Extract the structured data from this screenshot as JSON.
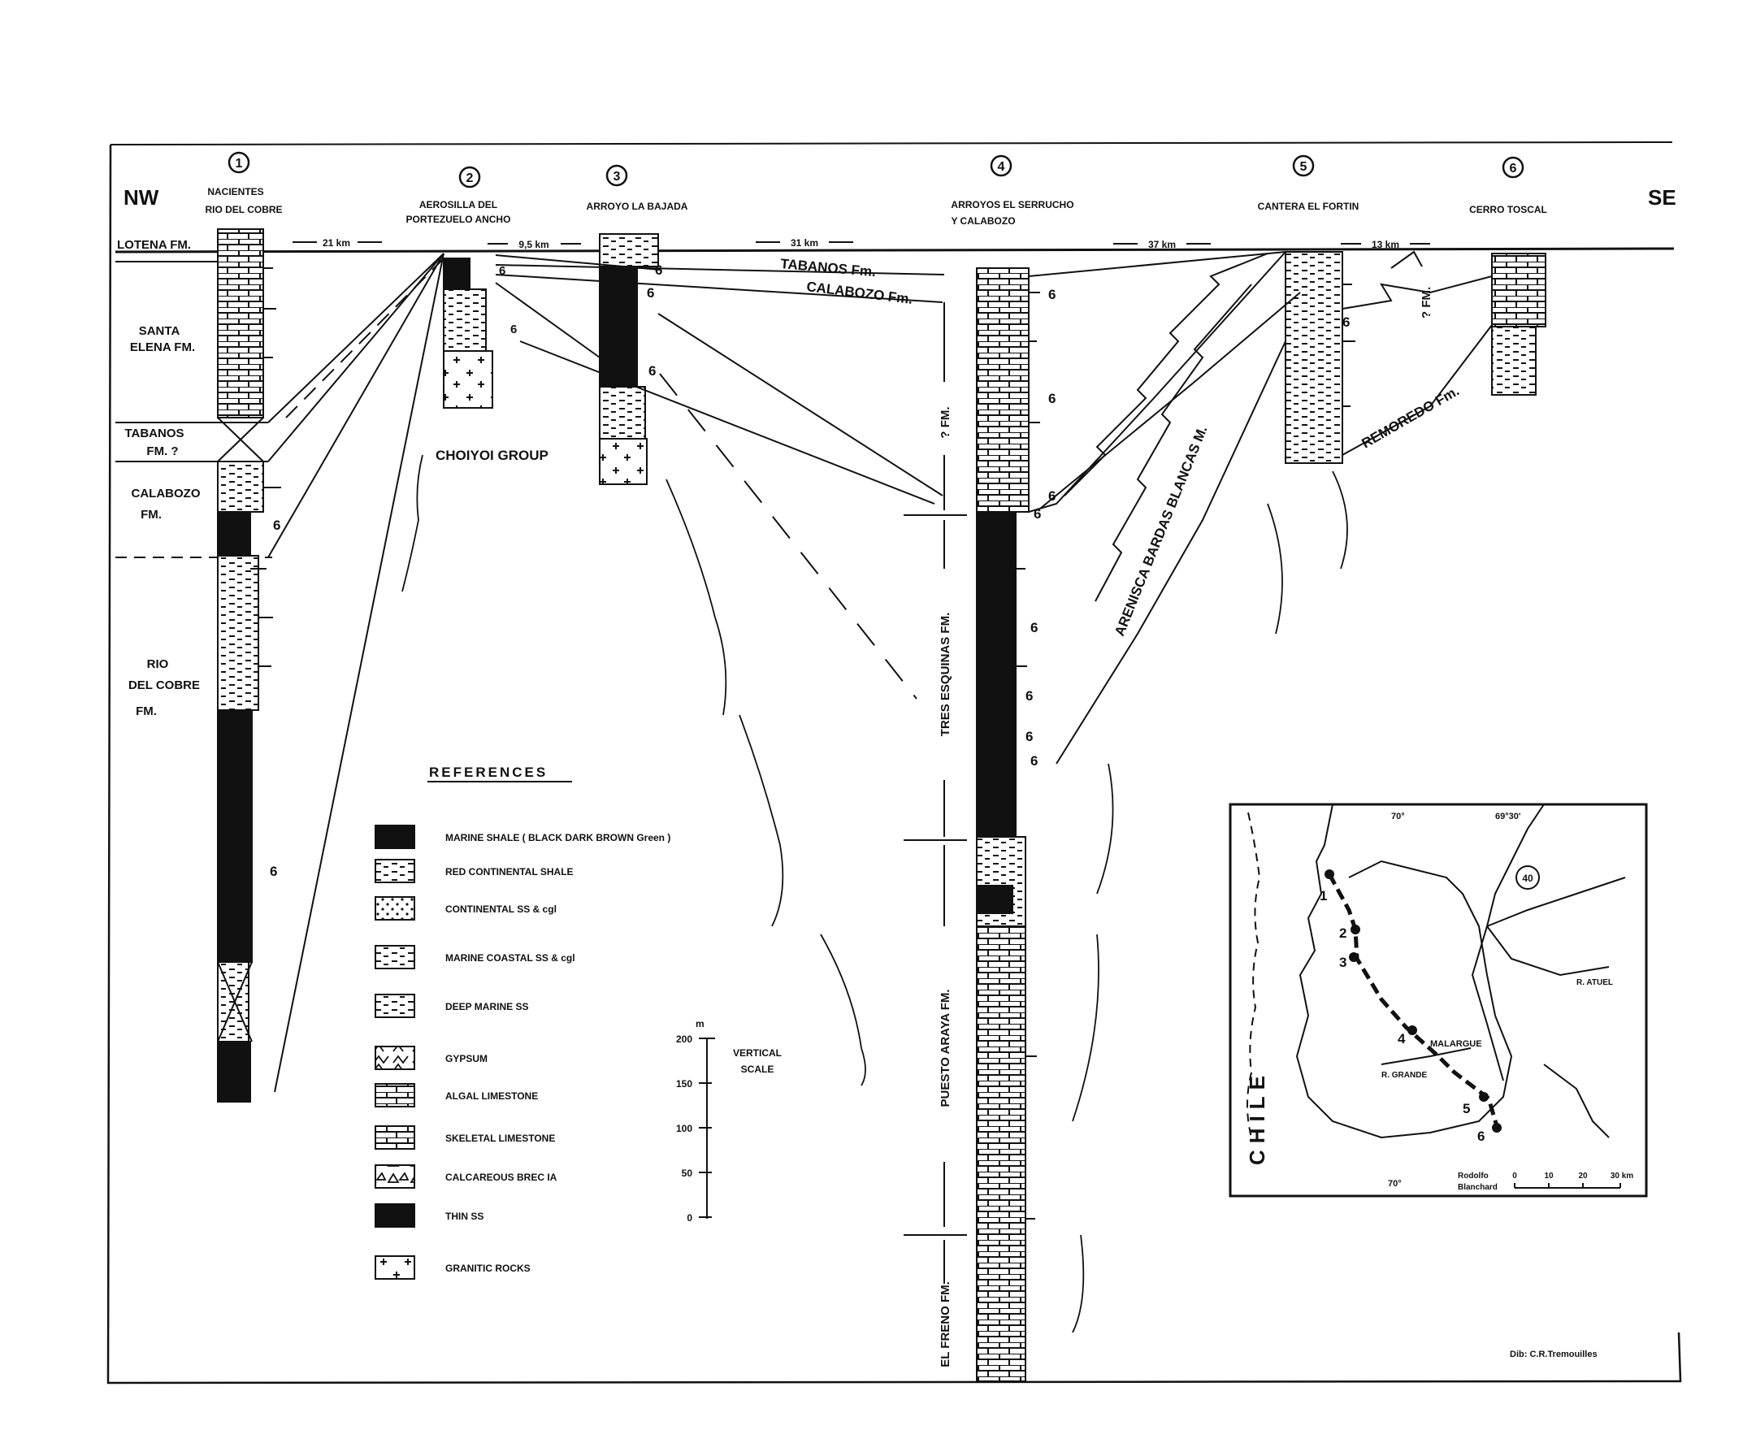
{
  "orientation": {
    "left": "NW",
    "right": "SE"
  },
  "columns": [
    {
      "number": "1",
      "name_lines": [
        "NACIENTES",
        "RIO DEL COBRE"
      ]
    },
    {
      "number": "2",
      "name_lines": [
        "AEROSILLA DEL",
        "PORTEZUELO ANCHO"
      ]
    },
    {
      "number": "3",
      "name_lines": [
        "ARROYO LA BAJADA"
      ]
    },
    {
      "number": "4",
      "name_lines": [
        "ARROYOS EL SERRUCHO",
        "Y CALABOZO"
      ]
    },
    {
      "number": "5",
      "name_lines": [
        "CANTERA EL FORTIN"
      ]
    },
    {
      "number": "6",
      "name_lines": [
        "CERRO TOSCAL"
      ]
    }
  ],
  "distances": [
    "21 km",
    "9,5 km",
    "31 km",
    "37 km",
    "13 km"
  ],
  "left_formations": [
    {
      "lines": [
        "LOTENA FM."
      ]
    },
    {
      "lines": [
        "SANTA",
        "ELENA FM."
      ]
    },
    {
      "lines": [
        "TABANOS",
        "FM. ?"
      ]
    },
    {
      "lines": [
        "CALABOZO",
        "FM."
      ]
    },
    {
      "lines": [
        "RIO",
        "DEL COBRE",
        "FM."
      ]
    }
  ],
  "center_labels": {
    "tabanos": "TABANOS Fm.",
    "calabozo": "CALABOZO Fm.",
    "choiyoi": "CHOIYOI GROUP",
    "arenisca": "ARENISCA BARDAS BLANCAS M.",
    "remoredo": "REMOREDO Fm.",
    "q_fm_6": "? FM."
  },
  "col4_formations": [
    {
      "label": "? FM."
    },
    {
      "label": "TRES ESQUINAS FM."
    },
    {
      "label": "PUESTO ARAYA FM."
    },
    {
      "label": "EL FRENO FM."
    }
  ],
  "fossil_mark": "6",
  "references": {
    "title": "REFERENCES",
    "items": [
      {
        "label": "MARINE SHALE ( BLACK DARK BROWN Green )",
        "pattern": "black"
      },
      {
        "label": "RED CONTINENTAL SHALE",
        "pattern": "dash"
      },
      {
        "label": "CONTINENTAL SS & cgl",
        "pattern": "dots"
      },
      {
        "label": "MARINE COASTAL SS & cgl",
        "pattern": "dash"
      },
      {
        "label": "DEEP MARINE SS",
        "pattern": "dash"
      },
      {
        "label": "GYPSUM",
        "pattern": "gypsum"
      },
      {
        "label": "ALGAL LIMESTONE",
        "pattern": "brick"
      },
      {
        "label": "SKELETAL LIMESTONE",
        "pattern": "brick"
      },
      {
        "label": "CALCAREOUS BREC IA",
        "pattern": "breccia"
      },
      {
        "label": "THIN SS",
        "pattern": "black"
      },
      {
        "label": "GRANITIC ROCKS",
        "pattern": "plus"
      }
    ]
  },
  "vertical_scale": {
    "unit": "m",
    "title_lines": [
      "VERTICAL",
      "SCALE"
    ],
    "ticks": [
      "200",
      "150",
      "100",
      "50",
      "0"
    ]
  },
  "inset_map": {
    "country": "CHILE",
    "lon_labels": [
      "70°",
      "69°30'",
      "70°"
    ],
    "river_labels": [
      "R. ATUEL",
      "R. GRANDE"
    ],
    "town": "MALARGUE",
    "route": "40",
    "scale_caption": [
      "Rodolfo",
      "Blanchard"
    ],
    "scale_ticks": [
      "0",
      "10",
      "20",
      "30 km"
    ],
    "localities": [
      "1",
      "2",
      "3",
      "4",
      "5",
      "6"
    ]
  },
  "credit": "Dib: C.R.Tremouilles",
  "colors": {
    "ink": "#111111",
    "paper": "#ffffff"
  }
}
